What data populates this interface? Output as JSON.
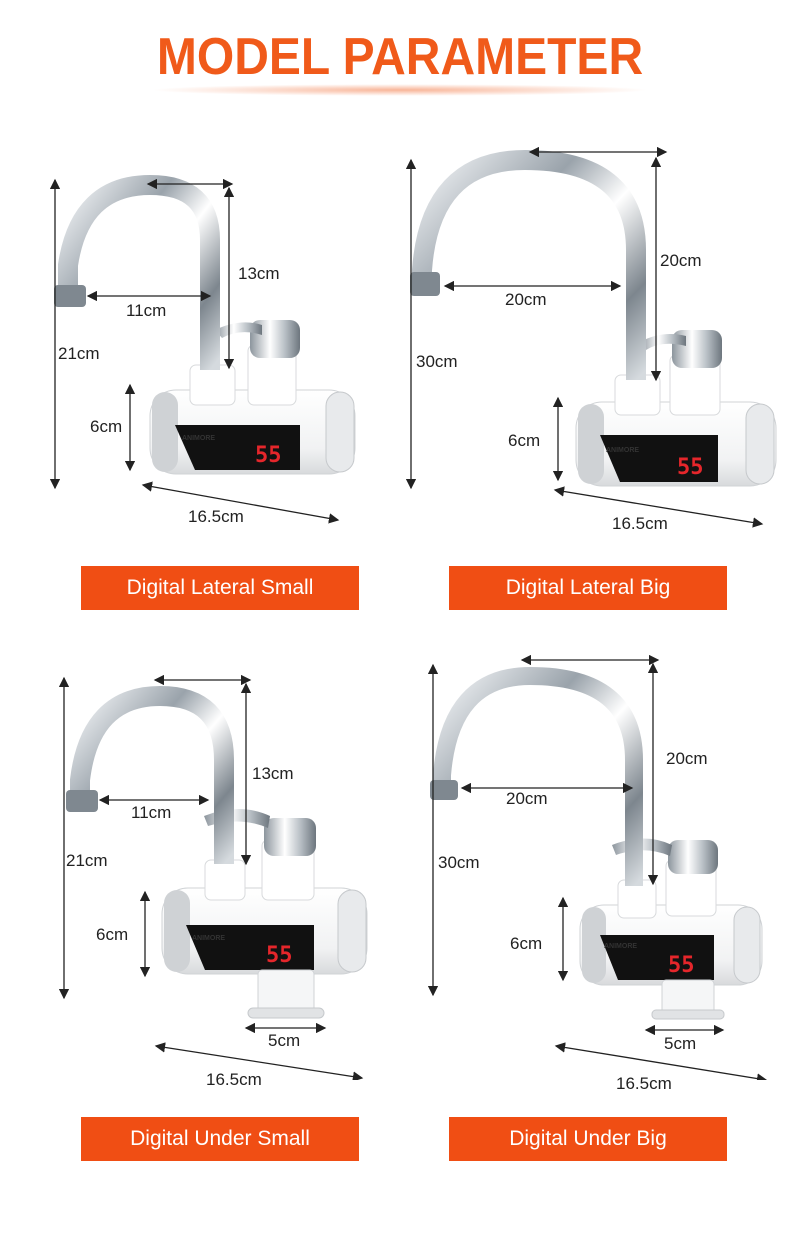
{
  "header": {
    "title": "MODEL PARAMETER"
  },
  "brand": {
    "name": "ANIMORE",
    "display": "55"
  },
  "colors": {
    "accent": "#f04e14",
    "title": "#f05a1a",
    "led": "#e5262b"
  },
  "products": [
    {
      "label": "Digital Lateral Small",
      "spout_width": "11cm",
      "spout_height": "13cm",
      "total_height": "21cm",
      "body_height": "6cm",
      "body_length": "16.5cm"
    },
    {
      "label": "Digital Lateral Big",
      "spout_width": "20cm",
      "spout_height": "20cm",
      "total_height": "30cm",
      "body_height": "6cm",
      "body_length": "16.5cm"
    },
    {
      "label": "Digital Under Small",
      "spout_width": "11cm",
      "spout_height": "13cm",
      "total_height": "21cm",
      "body_height": "6cm",
      "body_length": "16.5cm",
      "base_width": "5cm"
    },
    {
      "label": "Digital Under Big",
      "spout_width": "20cm",
      "spout_height": "20cm",
      "total_height": "30cm",
      "body_height": "6cm",
      "body_length": "16.5cm",
      "base_width": "5cm"
    }
  ]
}
